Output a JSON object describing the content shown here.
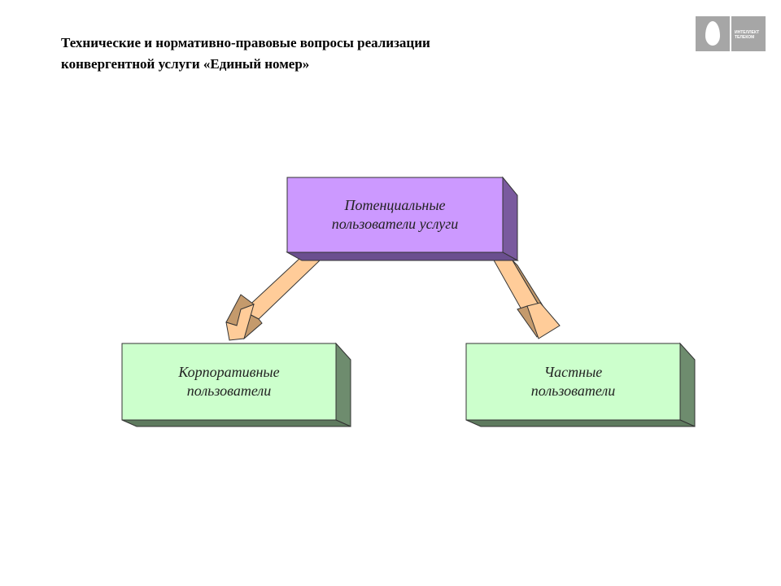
{
  "slide": {
    "title_lines": [
      "Технические и нормативно-правовые вопросы реализации",
      "конвергентной услуги «Единый номер»"
    ]
  },
  "logo": {
    "text_lines": [
      "ИНТЕЛЛЕКТ",
      "ТЕЛЕКОМ"
    ]
  },
  "diagram": {
    "top_box": {
      "lines": [
        "Потенциальные",
        "пользователи услуги"
      ],
      "color": "#cc99ff"
    },
    "left_box": {
      "lines": [
        "Корпоративные",
        "пользователи"
      ],
      "color": "#ccffcc"
    },
    "right_box": {
      "lines": [
        "Частные",
        "пользователи"
      ],
      "color": "#ccffcc"
    },
    "arrow_color": "#ffcc99"
  }
}
